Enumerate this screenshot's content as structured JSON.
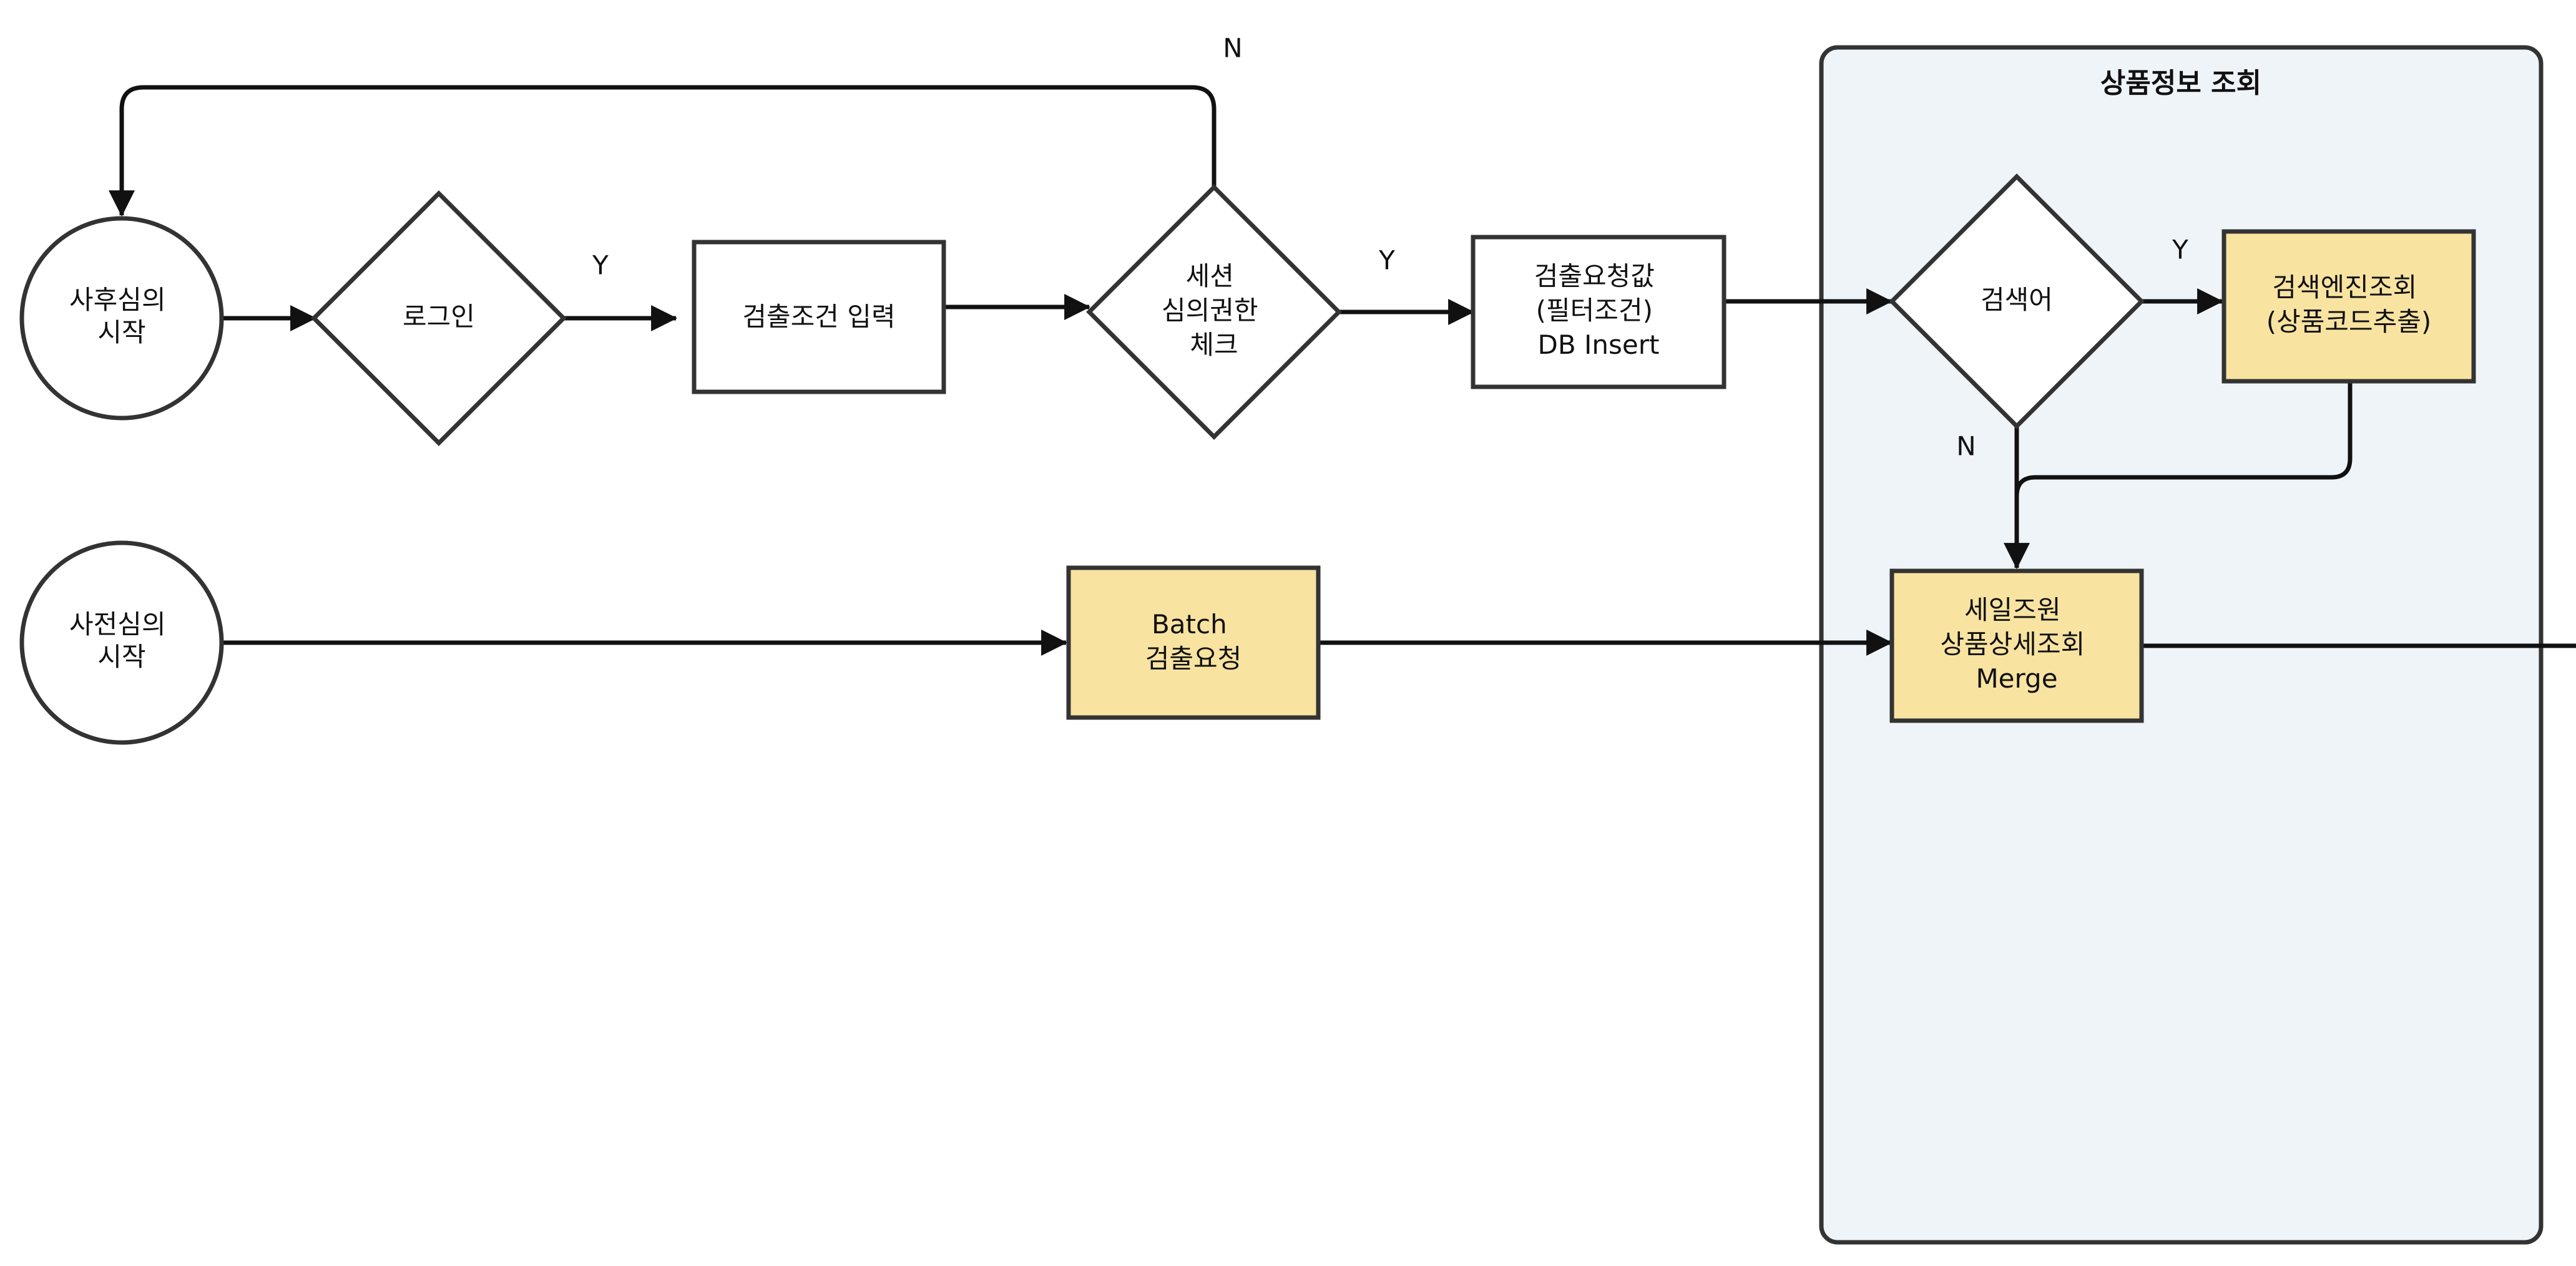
{
  "diagram": {
    "group": {
      "title": "상품정보 조회",
      "fill": "#eff4f9"
    },
    "colors": {
      "highlight_fill": "#f8e3a1",
      "stroke": "#333333",
      "background": "#ffffff"
    },
    "nodes": {
      "start_post": {
        "lines": [
          "사후심의",
          "시작"
        ],
        "shape": "circle"
      },
      "login": {
        "lines": [
          "로그인"
        ],
        "shape": "diamond"
      },
      "input": {
        "lines": [
          "검출조건 입력"
        ],
        "shape": "rectangle"
      },
      "session": {
        "lines": [
          "세션",
          "심의권한",
          "체크"
        ],
        "shape": "diamond"
      },
      "insert": {
        "lines": [
          "검출요청값",
          "(필터조건)",
          "DB Insert"
        ],
        "shape": "rectangle"
      },
      "keyword": {
        "lines": [
          "검색어"
        ],
        "shape": "diamond"
      },
      "engine": {
        "lines": [
          "검색엔진조회",
          "(상품코드추출)"
        ],
        "shape": "rectangle",
        "highlighted": true
      },
      "merge": {
        "lines": [
          "세일즈원",
          "상품상세조회",
          "Merge"
        ],
        "shape": "rectangle",
        "highlighted": true
      },
      "start_pre": {
        "lines": [
          "사전심의",
          "시작"
        ],
        "shape": "circle"
      },
      "batch": {
        "lines": [
          "Batch",
          "검출요청"
        ],
        "shape": "rectangle",
        "highlighted": true
      }
    },
    "edge_labels": {
      "login_yes": "Y",
      "session_yes": "Y",
      "session_no": "N",
      "keyword_yes": "Y",
      "keyword_no": "N"
    }
  }
}
